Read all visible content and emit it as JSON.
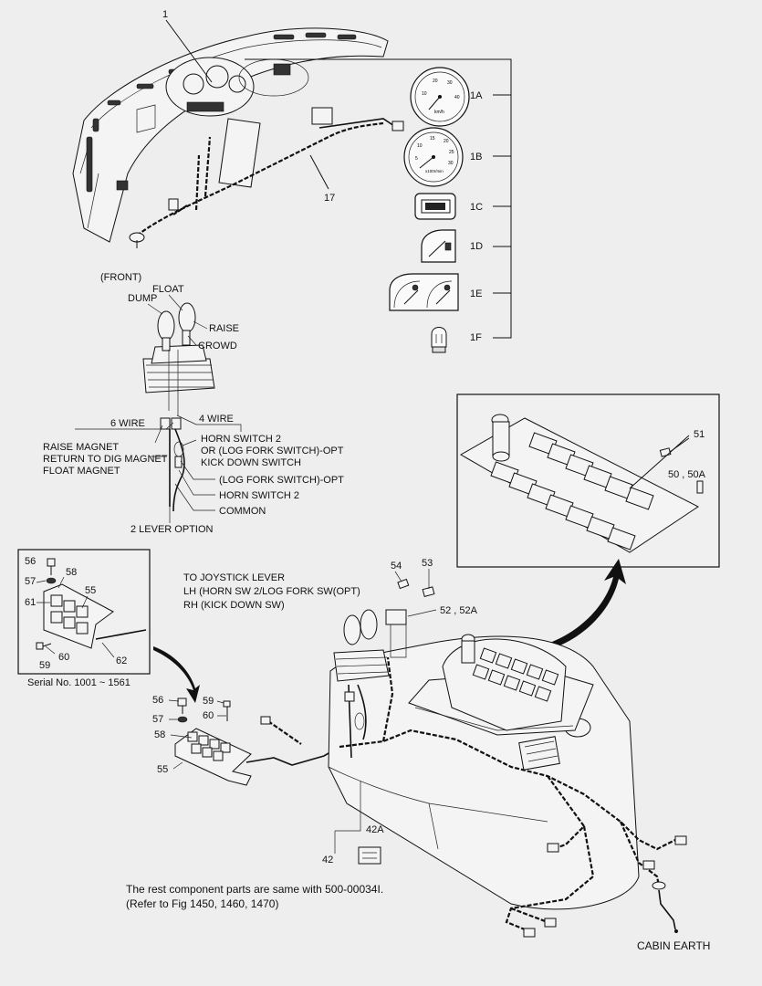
{
  "callouts": {
    "c1": "1",
    "c17": "17",
    "c1a": "1A",
    "c1b": "1B",
    "c1c": "1C",
    "c1d": "1D",
    "c1e": "1E",
    "c1f": "1F",
    "c51": "51",
    "c50": "50 , 50A",
    "c54": "54",
    "c53": "53",
    "c52": "52 , 52A",
    "c42a": "42A",
    "c42": "42",
    "inset": {
      "c56": "56",
      "c57": "57",
      "c58": "58",
      "c55": "55",
      "c61": "61",
      "c59": "59",
      "c60": "60",
      "c62": "62"
    },
    "lower": {
      "c56": "56",
      "c57": "57",
      "c58": "58",
      "c55": "55",
      "c59": "59",
      "c60": "60"
    }
  },
  "gauge_text": {
    "speed_unit": "km/h",
    "rpm_unit": "x100r/min",
    "speed_ticks": [
      "10",
      "20",
      "30",
      "40"
    ],
    "rpm_ticks": [
      "5",
      "10",
      "15",
      "20",
      "25",
      "30"
    ]
  },
  "lever": {
    "front": "(FRONT)",
    "float": "FLOAT",
    "dump": "DUMP",
    "raise": "RAISE",
    "crowd": "CROWD",
    "six_wire": "6 WIRE",
    "four_wire": "4 WIRE",
    "horn_switch_2": "HORN SWITCH 2",
    "log_fork_opt": "OR (LOG FORK SWITCH)-OPT",
    "kick_down": "KICK DOWN SWITCH",
    "raise_magnet": "RAISE MAGNET",
    "return_magnet": "RETURN TO DIG MAGNET",
    "float_magnet": "FLOAT MAGNET",
    "log_fork_opt2": "(LOG FORK SWITCH)-OPT",
    "horn_switch_2b": "HORN SWITCH 2",
    "common": "COMMON",
    "two_lever": "2 LEVER OPTION"
  },
  "joystick": {
    "line1": "TO JOYSTICK LEVER",
    "line2": "LH (HORN SW 2/LOG FORK SW(OPT)",
    "line3": "RH (KICK DOWN SW)"
  },
  "inset_caption": "Serial No. 1001 ~ 1561",
  "notes": {
    "line1": "The rest component parts are same with 500-00034I.",
    "line2": "(Refer to Fig 1450, 1460, 1470)"
  },
  "cabin_earth": "CABIN EARTH"
}
